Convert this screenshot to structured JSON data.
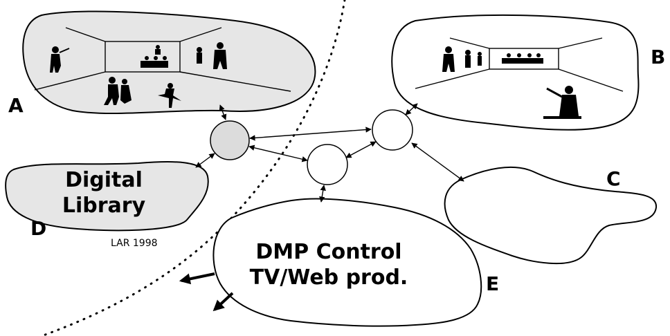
{
  "labels": {
    "a": "A",
    "b": "B",
    "c": "C",
    "d": "D",
    "e": "E"
  },
  "digital_library": {
    "line1": "Digital",
    "line2": "Library"
  },
  "dmp": {
    "line1": "DMP Control",
    "line2": "TV/Web prod."
  },
  "credit": "LAR 1998",
  "colors": {
    "region_fill": "#e6e6e6",
    "stroke": "#000000",
    "node_fill": "#dcdcdc"
  }
}
